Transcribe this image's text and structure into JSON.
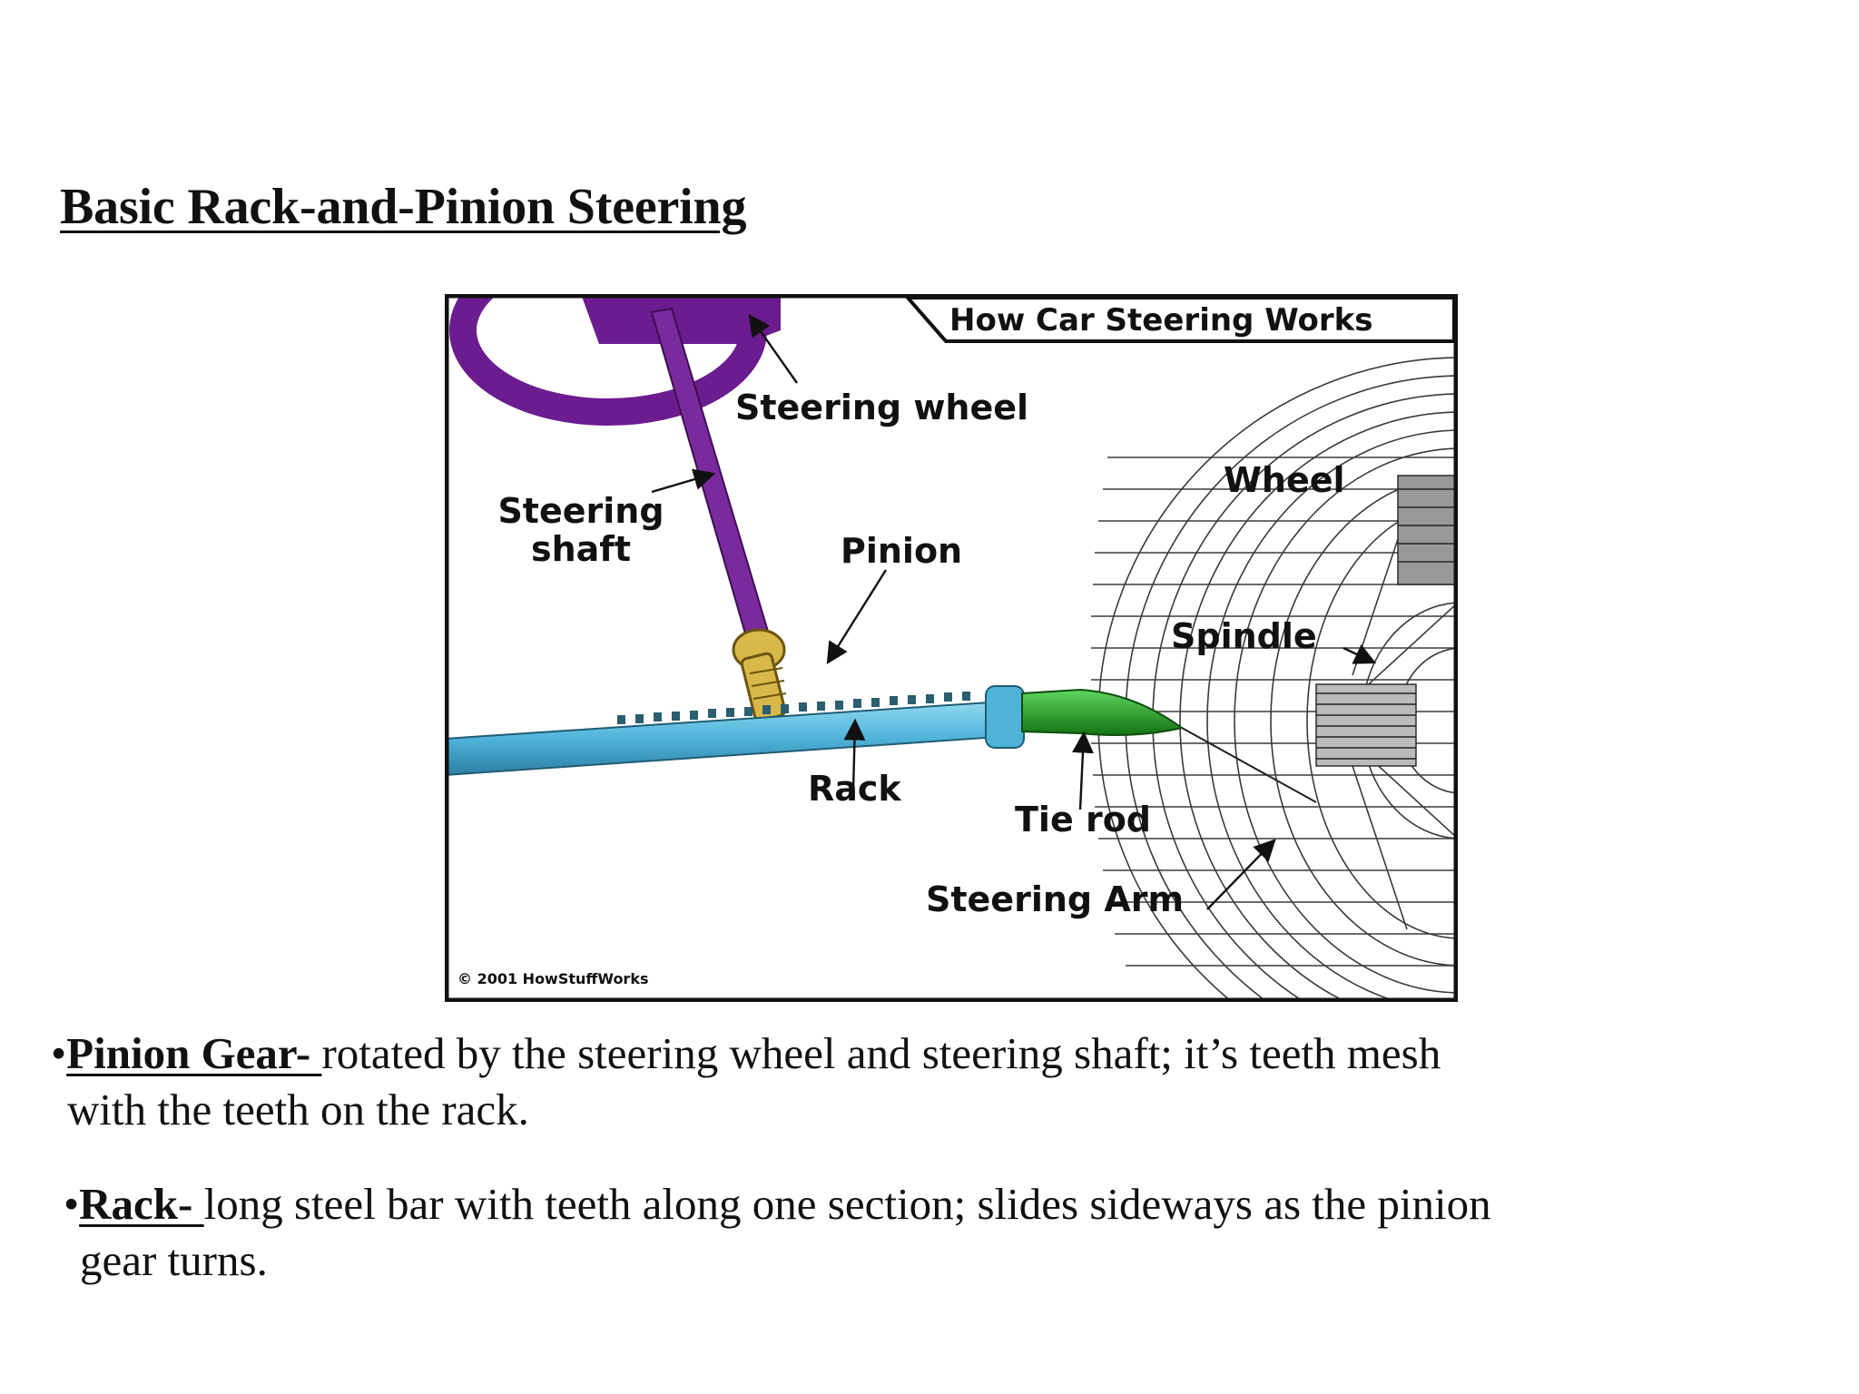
{
  "slide": {
    "title": "Basic Rack-and-Pinion Steering"
  },
  "diagram": {
    "banner": "How Car Steering Works",
    "labels": {
      "steering_wheel": "Steering wheel",
      "steering_shaft_line1": "Steering",
      "steering_shaft_line2": "shaft",
      "pinion": "Pinion",
      "wheel": "Wheel",
      "spindle": "Spindle",
      "rack": "Rack",
      "tie_rod": "Tie rod",
      "steering_arm": "Steering Arm"
    },
    "copyright": "© 2001 HowStuffWorks",
    "colors": {
      "steering_wheel": "#6b1c8f",
      "shaft": "#7a2a9c",
      "pinion": "#d9b84a",
      "rack": "#4fb3d9",
      "rack_teeth": "#2a5e70",
      "tie_rod": "#1e8f1e",
      "wheel_wireframe": "#333333"
    }
  },
  "bullets": [
    {
      "bullet": "•",
      "term": "Pinion Gear- ",
      "line1": "rotated by the steering wheel and steering shaft; it’s teeth mesh",
      "line2": "with the teeth on the rack."
    },
    {
      "bullet": "•",
      "term": "Rack- ",
      "line1": "long steel bar with teeth along one section; slides sideways as the pinion",
      "line2": "gear turns."
    }
  ]
}
